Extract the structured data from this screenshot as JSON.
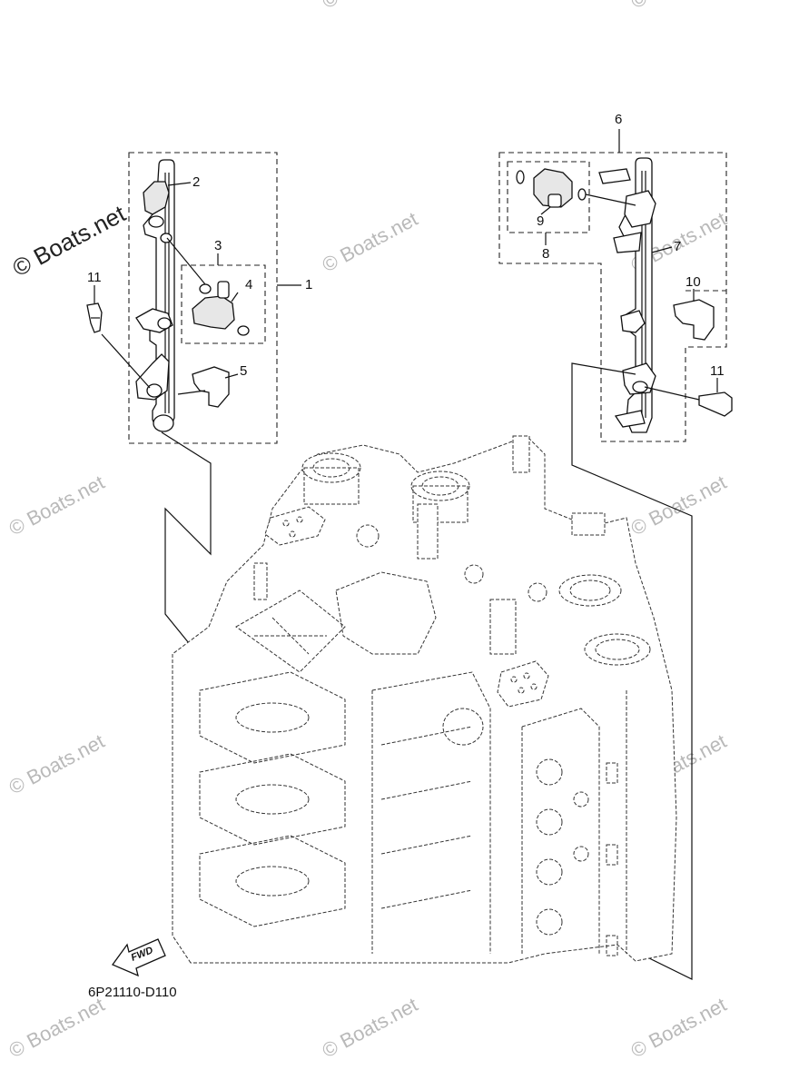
{
  "diagram_code": "6P21110-D110",
  "watermark_text": "© Boats.net",
  "watermark_primary": "© Boats.net",
  "fwd_label": "FWD",
  "callouts": {
    "c1": "1",
    "c2": "2",
    "c3": "3",
    "c4": "4",
    "c5": "5",
    "c6": "6",
    "c7": "7",
    "c8": "8",
    "c9": "9",
    "c10": "10",
    "c11a": "11",
    "c11b": "11"
  },
  "colors": {
    "line": "#111111",
    "watermark": "#b9b9b9",
    "background": "#ffffff"
  }
}
